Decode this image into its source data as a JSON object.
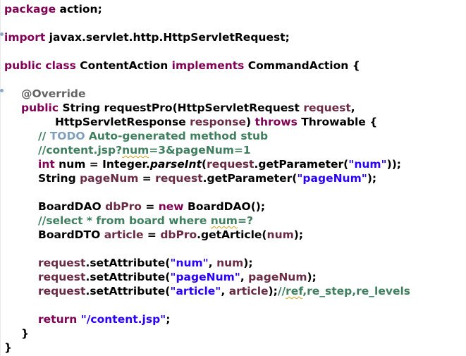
{
  "editor": {
    "lines": {
      "l1": {
        "kw": "package",
        "rest": " action;"
      },
      "l2": {
        "kw": "import",
        "rest": " javax.servlet.http.HttpServletRequest;"
      },
      "l3": {
        "kw1": "public class",
        "name": " ContentAction ",
        "kw2": "implements",
        "rest": " CommandAction {"
      },
      "l4": {
        "ann": "@Override"
      },
      "l5": {
        "kw": "public",
        "t1": " String requestPro(HttpServletRequest ",
        "p1": "request",
        "t2": ","
      },
      "l6": {
        "t1": "HttpServletResponse ",
        "p1": "response",
        "t2": ") ",
        "kw": "throws",
        "t3": " Throwable {"
      },
      "l7": {
        "c1": "// ",
        "todo": "TODO",
        "c2": " Auto-generated method stub"
      },
      "l8": {
        "c1": "//content.jsp?",
        "sq": "num",
        "c2": "=3&pageNum=1"
      },
      "l9": {
        "kw": "int",
        "t1": " num = Integer.",
        "it": "parseInt",
        "t2": "(",
        "p1": "request",
        "t3": ".getParameter(",
        "s1": "\"num\"",
        "t4": "));"
      },
      "l10": {
        "t1": "String ",
        "p1": "pageNum",
        "t2": " = ",
        "p2": "request",
        "t3": ".getParameter(",
        "s1": "\"pageNum\"",
        "t4": ");"
      },
      "l11": {
        "t1": "BoardDAO ",
        "p1": "dbPro",
        "t2": " = ",
        "kw": "new",
        "t3": " BoardDAO();"
      },
      "l12": {
        "c1": "//select * from board where ",
        "sq": "num",
        "c2": "=?"
      },
      "l13": {
        "t1": "BoardDTO ",
        "p1": "article",
        "t2": " = ",
        "p2": "dbPro",
        "t3": ".getArticle(",
        "p3": "num",
        "t4": ");"
      },
      "l14": {
        "p1": "request",
        "t1": ".setAttribute(",
        "s1": "\"num\"",
        "t2": ", ",
        "p2": "num",
        "t3": ");"
      },
      "l15": {
        "p1": "request",
        "t1": ".setAttribute(",
        "s1": "\"pageNum\"",
        "t2": ", ",
        "p2": "pageNum",
        "t3": ");"
      },
      "l16": {
        "p1": "request",
        "t1": ".setAttribute(",
        "s1": "\"article\"",
        "t2": ", ",
        "p2": "article",
        "t3": ");",
        "c1": "//",
        "sq": "ref",
        "c2": ",re_step,re_levels"
      },
      "l17": {
        "kw": "return",
        "t1": " ",
        "s1": "\"/content.jsp\"",
        "t2": ";"
      },
      "l18": {
        "t1": "}"
      },
      "l19": {
        "t1": "}"
      }
    },
    "colors": {
      "keyword": "#7f0055",
      "field": "#6a2b42",
      "string": "#2a00ff",
      "comment": "#3f7f5f",
      "todo": "#7f9fbf",
      "annotation": "#646464",
      "default": "#000000"
    }
  }
}
